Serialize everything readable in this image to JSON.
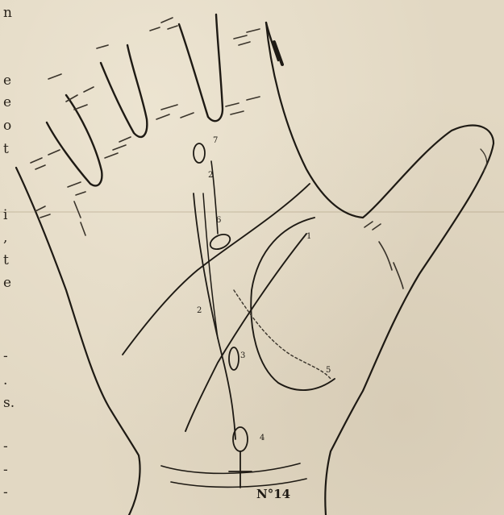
{
  "figure": {
    "plate_number": "N°14",
    "point_labels": [
      "1",
      "2",
      "3",
      "4",
      "5",
      "6",
      "7"
    ]
  },
  "margin_text": {
    "letters": [
      "n",
      "e",
      "e",
      "o",
      "t",
      "i",
      ",",
      "t",
      "e",
      "-",
      ".",
      "s.",
      "-",
      "-",
      "-"
    ]
  }
}
